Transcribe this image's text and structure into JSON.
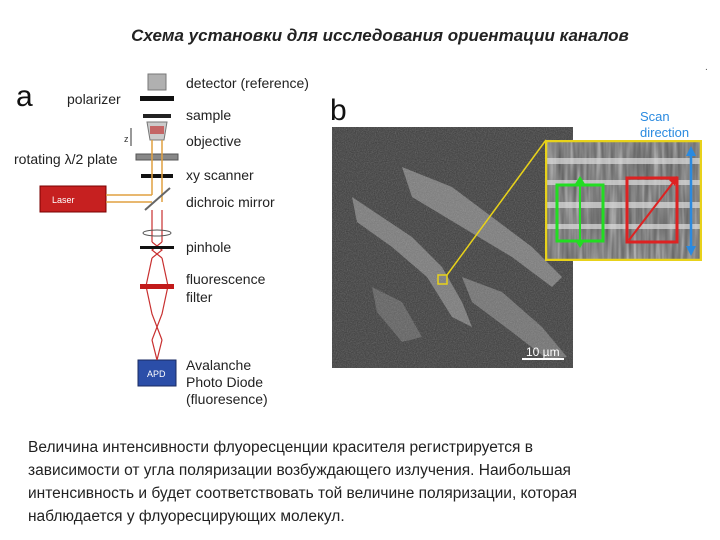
{
  "title": "Схема установки для исследования ориентации каналов",
  "panel_a": {
    "letter": "a",
    "labels": {
      "polarizer": "polarizer",
      "detector": "detector (reference)",
      "sample": "sample",
      "z": "z",
      "objective": "objective",
      "rotating_plate": "rotating λ/2 plate",
      "xy_scanner": "xy scanner",
      "laser": "Laser",
      "dichroic_mirror": "dichroic mirror",
      "pinhole": "pinhole",
      "fluorescence_1": "fluorescence",
      "fluorescence_2": "filter",
      "apd": "APD",
      "avalanche_1": "Avalanche",
      "avalanche_2": "Photo Diode",
      "avalanche_3": "(fluoresence)"
    }
  },
  "panel_b": {
    "letter": "b",
    "scale_bar": "10 µm",
    "scan_direction_1": "Scan",
    "scan_direction_2": "direction",
    "accent_green": "#22dd22",
    "accent_red": "#dd2222",
    "accent_yellow": "#e8d21a",
    "accent_blue": "#2a8ae0"
  },
  "caption_lines": [
    "Величина интенсивности флуоресценции красителя регистрируется в",
    "зависимости от угла поляризации возбуждающего излучения. Наибольшая",
    "интенсивность и будет соответствовать той величине поляризации, которая",
    "наблюдается у флуоресцирующих молекул."
  ]
}
